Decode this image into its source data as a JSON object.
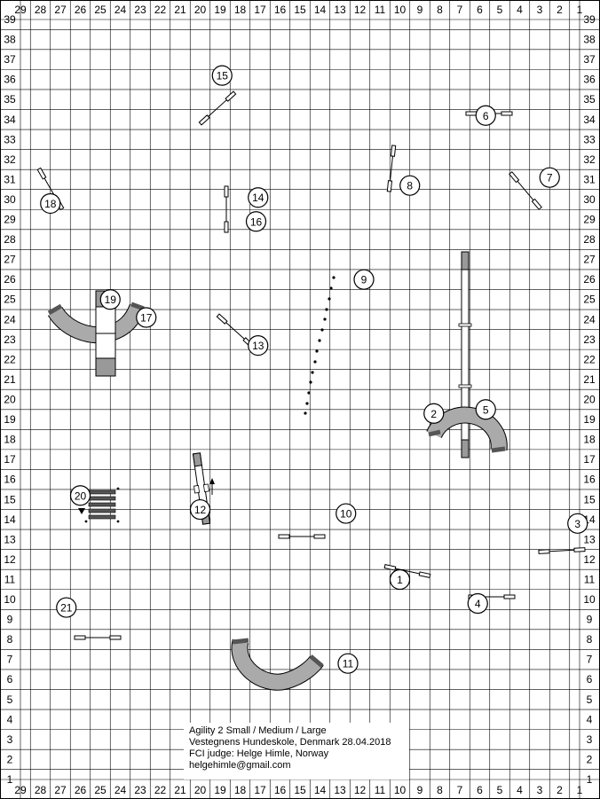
{
  "course": {
    "columns": [
      "29",
      "28",
      "27",
      "26",
      "25",
      "24",
      "23",
      "22",
      "21",
      "20",
      "19",
      "18",
      "17",
      "16",
      "15",
      "14",
      "13",
      "12",
      "11",
      "10",
      "9",
      "8",
      "7",
      "6",
      "5",
      "4",
      "3",
      "2",
      "1"
    ],
    "rows": [
      "39",
      "38",
      "37",
      "36",
      "35",
      "34",
      "33",
      "32",
      "31",
      "30",
      "29",
      "28",
      "27",
      "26",
      "25",
      "24",
      "23",
      "22",
      "21",
      "20",
      "19",
      "18",
      "17",
      "16",
      "15",
      "14",
      "13",
      "12",
      "11",
      "10",
      "9",
      "8",
      "7",
      "6",
      "5",
      "4",
      "3",
      "2",
      "1"
    ],
    "obstacle_numbers": [
      {
        "label": "1",
        "col": 10.0,
        "row": 11.0
      },
      {
        "label": "2",
        "col": 8.3,
        "row": 19.3
      },
      {
        "label": "3",
        "col": 1.1,
        "row": 13.8
      },
      {
        "label": "4",
        "col": 6.1,
        "row": 9.8
      },
      {
        "label": "5",
        "col": 5.7,
        "row": 19.5
      },
      {
        "label": "6",
        "col": 5.7,
        "row": 34.2
      },
      {
        "label": "7",
        "col": 2.5,
        "row": 31.1
      },
      {
        "label": "8",
        "col": 9.5,
        "row": 30.7
      },
      {
        "label": "9",
        "col": 11.8,
        "row": 26.0
      },
      {
        "label": "10",
        "col": 12.7,
        "row": 14.3
      },
      {
        "label": "11",
        "col": 12.6,
        "row": 6.8
      },
      {
        "label": "12",
        "col": 20.0,
        "row": 14.5
      },
      {
        "label": "13",
        "col": 17.1,
        "row": 22.7
      },
      {
        "label": "14",
        "col": 17.1,
        "row": 30.1
      },
      {
        "label": "15",
        "col": 18.9,
        "row": 36.2
      },
      {
        "label": "16",
        "col": 17.2,
        "row": 28.9
      },
      {
        "label": "17",
        "col": 22.7,
        "row": 24.1
      },
      {
        "label": "18",
        "col": 27.5,
        "row": 29.8
      },
      {
        "label": "19",
        "col": 24.5,
        "row": 25.0
      },
      {
        "label": "20",
        "col": 26.0,
        "row": 15.2
      },
      {
        "label": "21",
        "col": 26.7,
        "row": 9.6
      }
    ]
  },
  "info": {
    "line1": "Agility 2 Small / Medium / Large",
    "line2": "Vestegnens Hundeskole, Denmark 28.04.2018",
    "line3": "FCI judge: Helge Himle, Norway",
    "line4": "helgehimle@gmail.com"
  },
  "colors": {
    "grid": "#000000",
    "tunnel_fill": "#aaaaaa",
    "tunnel_end": "#555555",
    "contact_grey": "#999999",
    "background": "#ffffff"
  }
}
